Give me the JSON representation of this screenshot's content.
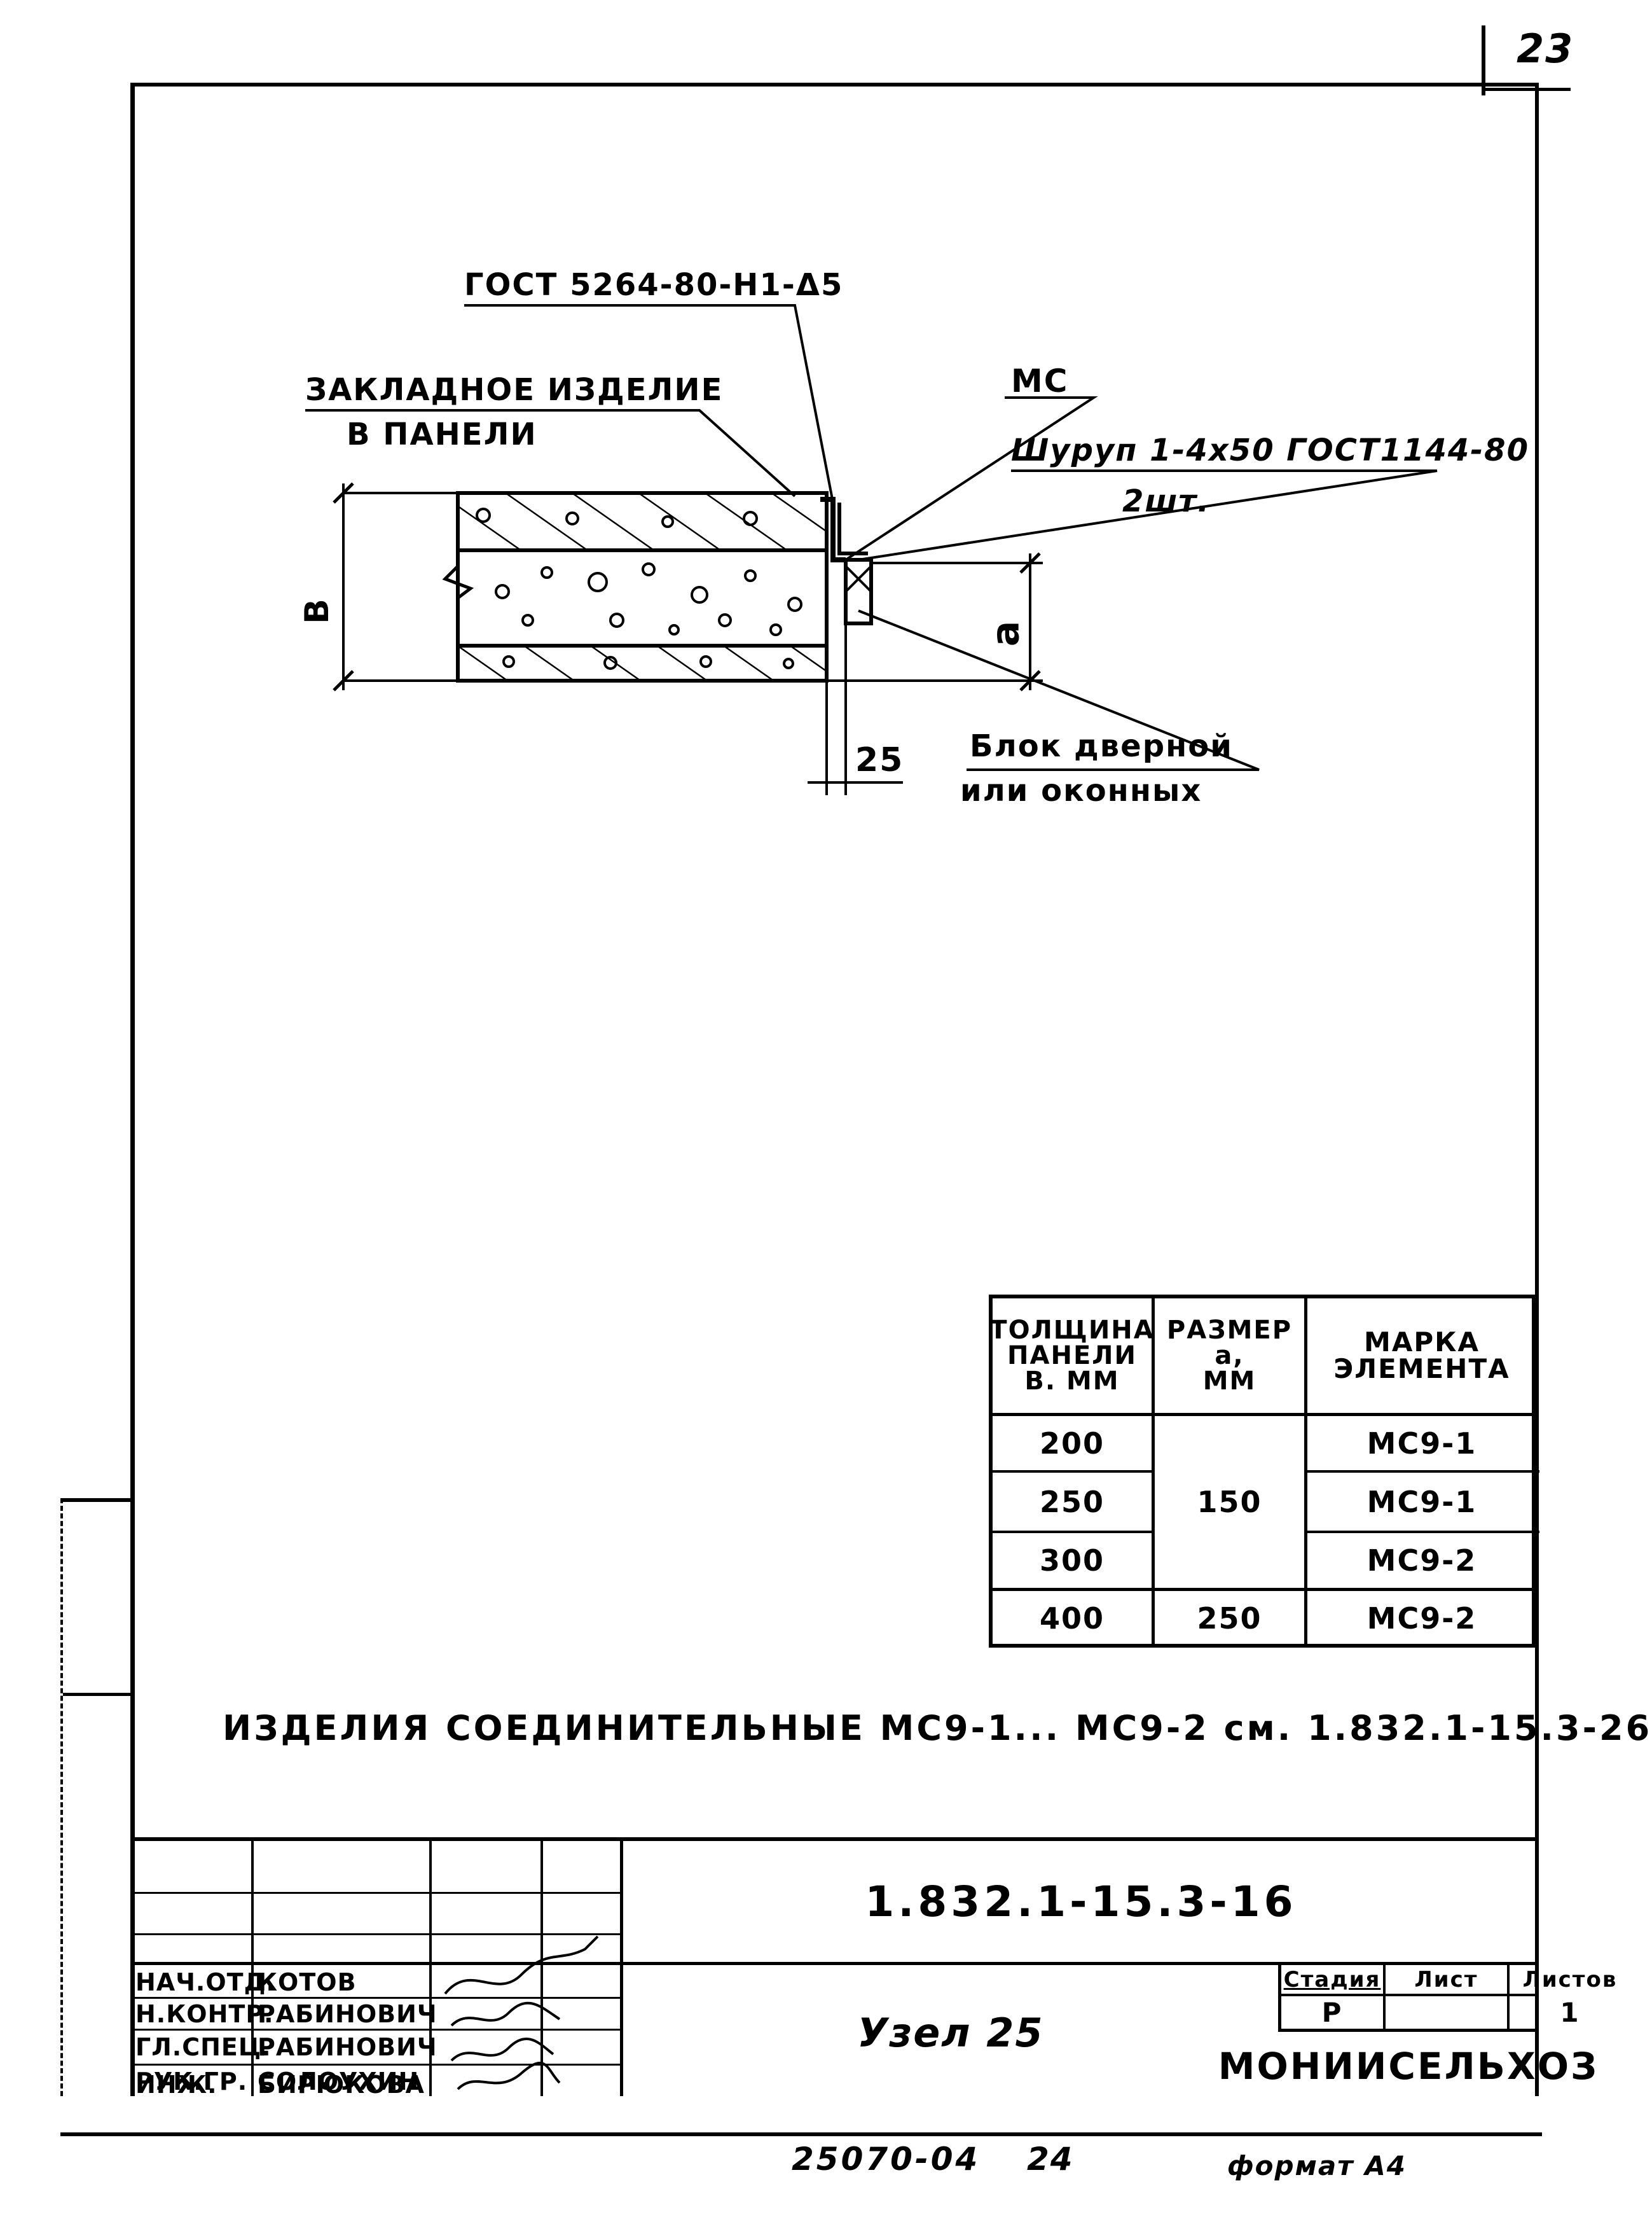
{
  "sheet_number": "23",
  "drawing": {
    "labels": {
      "gost_weld": "ГОСТ 5264-80-Н1-Δ5",
      "embedded_part_line1": "ЗАКЛАДНОЕ ИЗДЕЛИЕ",
      "embedded_part_line2": "В ПАНЕЛИ",
      "mc": "МС",
      "screw_line1": "Шуруп 1-4х50 ГОСТ1144-80",
      "screw_line2": "2шт.",
      "dim_b": "В",
      "dim_a": "а",
      "dim_25": "25",
      "block_line1": "Блок дверной",
      "block_line2": "или оконных"
    }
  },
  "table": {
    "headers": [
      "Толщина панели в. мм",
      "Размер а, мм",
      "Марка элемента"
    ],
    "header_lines": [
      [
        "ТОЛЩИНА",
        "ПАНЕЛИ",
        "В. ММ"
      ],
      [
        "РАЗМЕР",
        "а,",
        "ММ"
      ],
      [
        "МАРКА",
        "ЭЛЕМЕНТА"
      ]
    ],
    "rows": [
      {
        "thickness": "200",
        "size": "",
        "mark": "МС9-1"
      },
      {
        "thickness": "250",
        "size": "150",
        "mark": "МС9-1"
      },
      {
        "thickness": "300",
        "size": "",
        "mark": "МС9-2"
      },
      {
        "thickness": "400",
        "size": "250",
        "mark": "МС9-2"
      }
    ]
  },
  "note": "ИЗДЕЛИЯ СОЕДИНИТЕЛЬНЫЕ МС9-1... МС9-2 см. 1.832.1-15.3-26",
  "title_block": {
    "designation": "1.832.1-15.3-16",
    "title": "Узел 25",
    "stage_label": "Стадия",
    "sheet_label": "Лист",
    "sheets_label": "Листов",
    "stage": "Р",
    "sheet": "",
    "sheets": "1",
    "organization": "МОНИИСЕЛЬХОЗ",
    "signatures": [
      {
        "role": "НАЧ.ОТД.",
        "name": "КОТОВ"
      },
      {
        "role": "Н.КОНТР.",
        "name": "РАБИНОВИЧ"
      },
      {
        "role": "ГЛ.СПЕЦ.",
        "name": "РАБИНОВИЧ"
      },
      {
        "role": "РУК.ГР.",
        "name": "СОЛОУХИН"
      },
      {
        "role": "ИНЖ.",
        "name": "БИРЮКОВА"
      }
    ]
  },
  "footer": {
    "inventory": "25070-04",
    "page": "24",
    "format": "формат А4"
  }
}
